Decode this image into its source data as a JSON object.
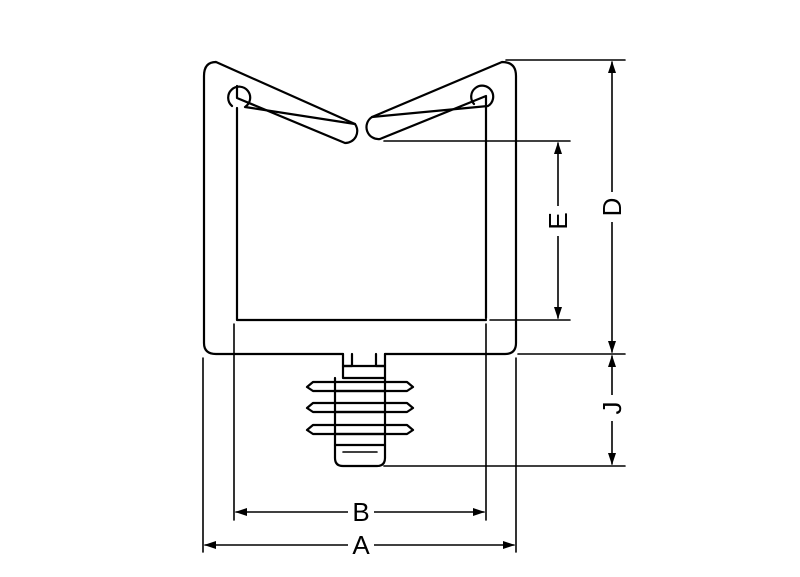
{
  "dimensions": {
    "a": "A",
    "b": "B",
    "d": "D",
    "e": "E",
    "j": "J"
  }
}
